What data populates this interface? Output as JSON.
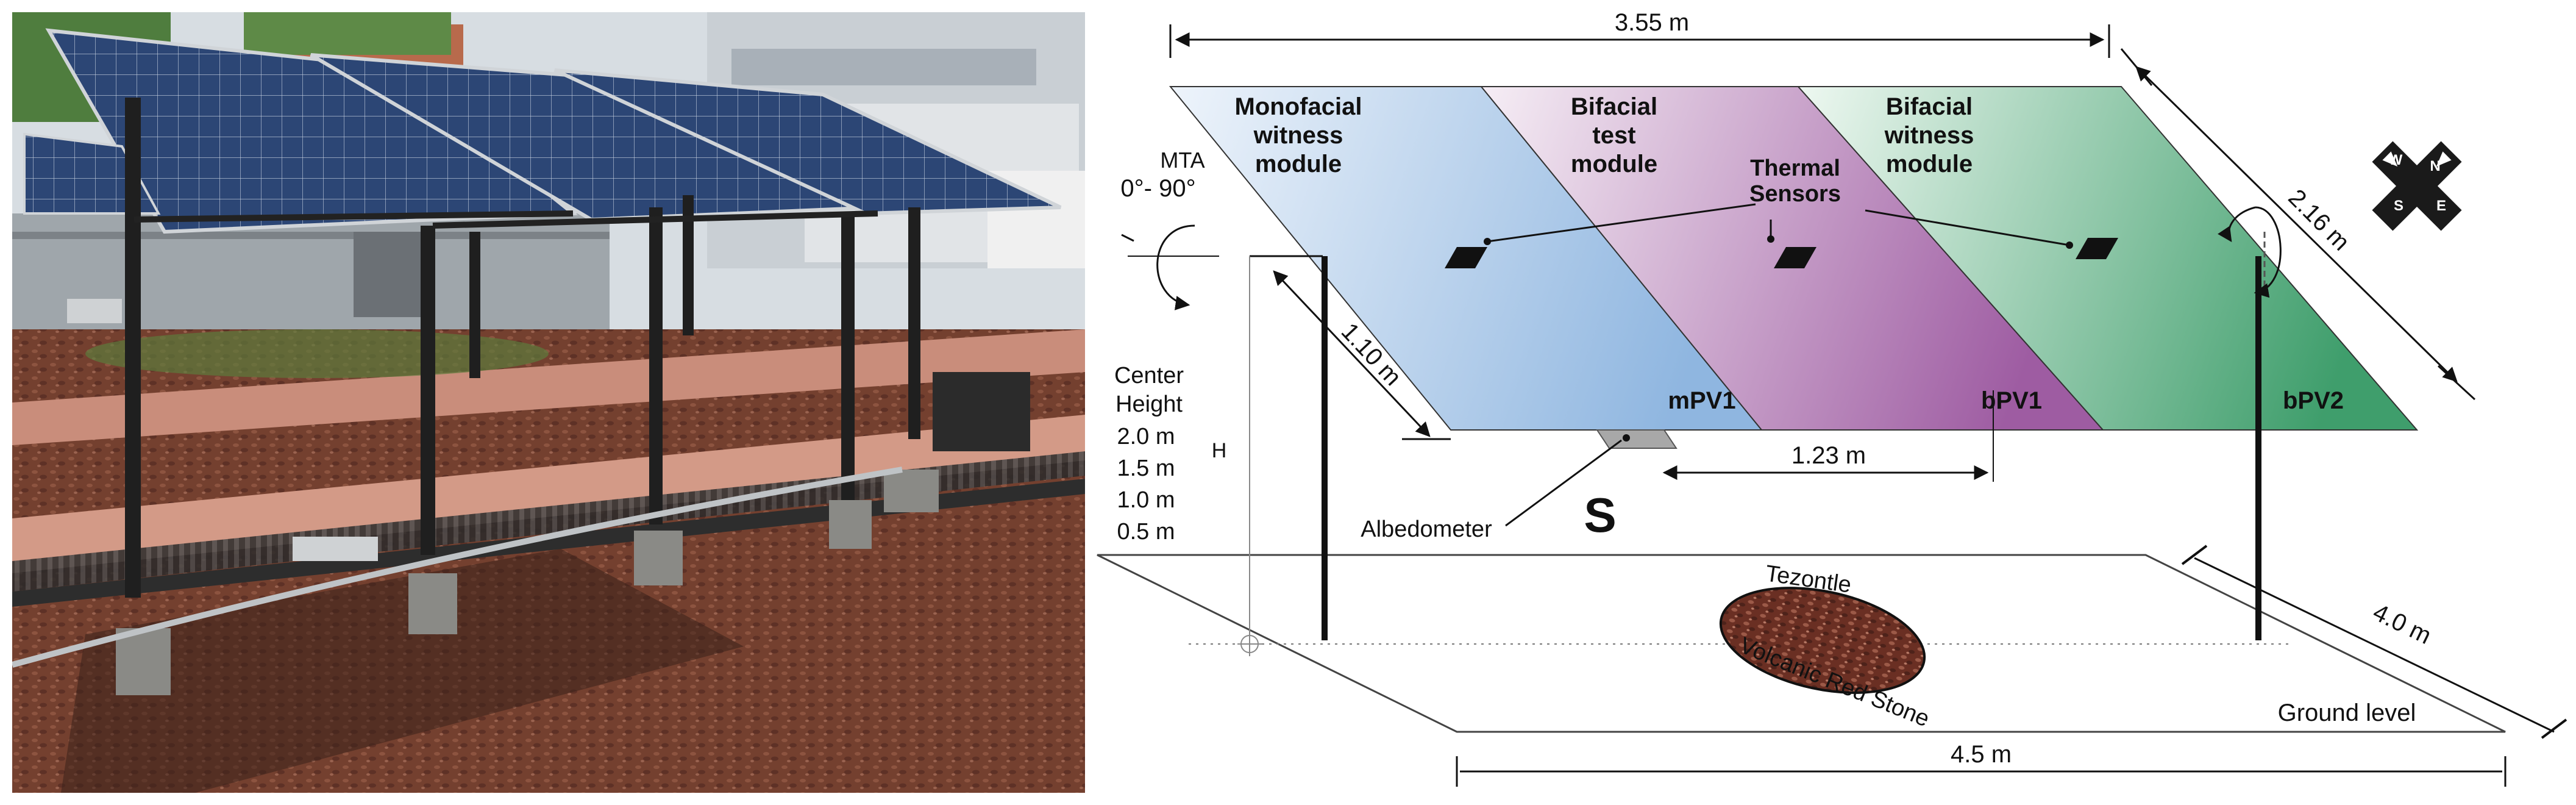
{
  "photo": {
    "description": ""
  },
  "diagram": {
    "top_dimension": "3.55 m",
    "diagonal_dimension": "2.16 m",
    "slant_dimension": "1.10 m",
    "spacing_dimension": "1.23 m",
    "ground_depth": "4.0 m",
    "ground_width": "4.5 m",
    "modules": [
      {
        "title_lines": [
          "Monofacial",
          "witness",
          "module"
        ],
        "tag": "mPV1"
      },
      {
        "title_lines": [
          "Bifacial",
          "test",
          "module"
        ],
        "tag": "bPV1"
      },
      {
        "title_lines": [
          "Bifacial",
          "witness",
          "module"
        ],
        "tag": "bPV2"
      }
    ],
    "mta": {
      "line1": "MTA",
      "line2": "0°- 90°"
    },
    "thermal_sensors": {
      "line1": "Thermal",
      "line2": "Sensors"
    },
    "center_height": {
      "line1": "Center",
      "line2": "Height",
      "values": [
        "2.0 m",
        "1.5 m",
        "1.0 m",
        "0.5 m"
      ]
    },
    "h_label": "H",
    "albedometer_label": "Albedometer",
    "south_label": "S",
    "tezontle_label": "Tezontle",
    "volcanic_label": "Volcanic Red Stone",
    "ground_level_label": "Ground level",
    "compass_letters": [
      "N",
      "S",
      "E",
      "W"
    ]
  },
  "colors": {
    "mono_module": "#a9c8e8",
    "bifacial_test": "#a46aa8",
    "bifacial_witness": "#48a877",
    "gravel": "#7a3a2c",
    "ink": "#222222"
  }
}
